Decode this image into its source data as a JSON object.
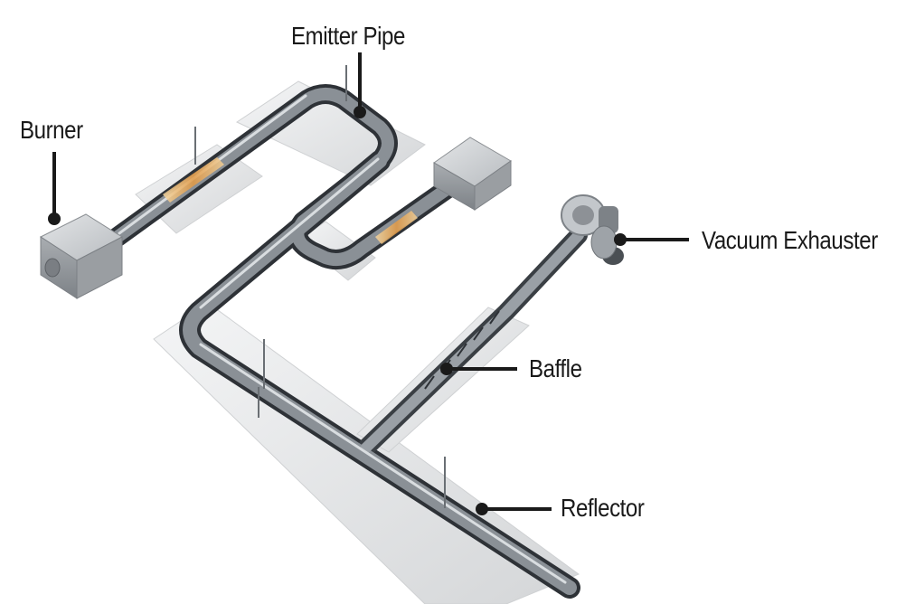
{
  "diagram": {
    "labels": {
      "emitter_pipe": "Emitter Pipe",
      "burner": "Burner",
      "vacuum_exhauster": "Vacuum Exhauster",
      "baffle": "Baffle",
      "reflector": "Reflector"
    },
    "colors": {
      "pipe": "#6d737a",
      "pipe_highlight": "#c9ced3",
      "reflector": "#e6e7e8",
      "box": "#b9bcbf",
      "flame": "#e8a24a",
      "leader": "#1a1a1a"
    }
  }
}
